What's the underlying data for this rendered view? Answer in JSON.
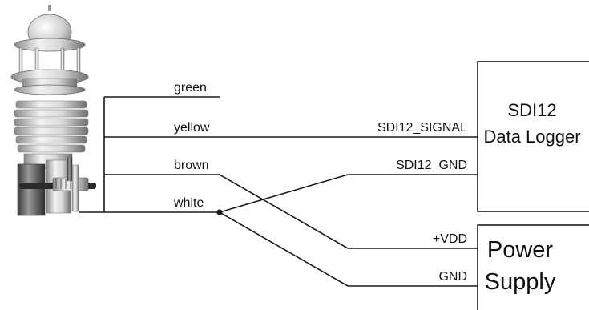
{
  "sensor": {
    "icon": "weather-station-sensor-icon"
  },
  "wires": {
    "green": "green",
    "yellow": "yellow",
    "brown": "brown",
    "white": "white"
  },
  "signals": {
    "sdi12_signal": "SDI12_SIGNAL",
    "sdi12_gnd": "SDI12_GND",
    "vdd": "+VDD",
    "gnd": "GND"
  },
  "data_logger": {
    "line1": "SDI12",
    "line2": "Data Logger"
  },
  "power_supply": {
    "line1": "Power",
    "line2": "Supply"
  },
  "colors": {
    "line": "#1a1a1a",
    "background": "#ffffff"
  }
}
